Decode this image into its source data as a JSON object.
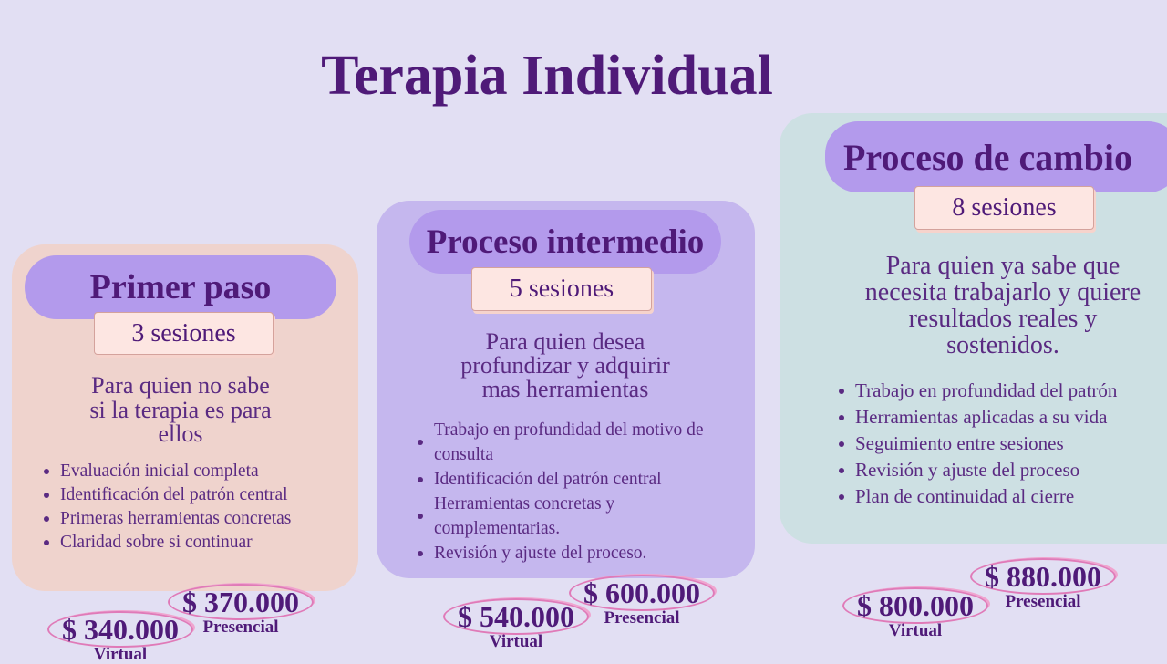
{
  "title": "Terapia Individual",
  "plans": [
    {
      "name": "Primer paso",
      "sessions": "3 sesiones",
      "description": [
        "Para quien no sabe",
        "si la terapia es para",
        "ellos"
      ],
      "features": [
        "Evaluación inicial completa",
        "Identificación del patrón central",
        "Primeras herramientas concretas",
        "Claridad sobre si continuar"
      ],
      "price_virtual": "$ 340.000",
      "label_virtual": "Virtual",
      "price_presencial": "$ 370.000",
      "label_presencial": "Presencial"
    },
    {
      "name": "Proceso intermedio",
      "sessions": "5 sesiones",
      "description": [
        "Para quien desea",
        "profundizar y adquirir",
        "mas herramientas"
      ],
      "features": [
        "Trabajo en profundidad del motivo de consulta",
        "Identificación del patrón central",
        " Herramientas concretas y complementarias.",
        "Revisión y ajuste del proceso."
      ],
      "price_virtual": "$ 540.000",
      "label_virtual": "Virtual",
      "price_presencial": "$ 600.000",
      "label_presencial": "Presencial"
    },
    {
      "name": "Proceso de cambio",
      "sessions": "8 sesiones",
      "description": [
        "Para quien ya sabe que",
        "necesita trabajarlo y quiere",
        "resultados reales y",
        "sostenidos."
      ],
      "features": [
        "Trabajo en profundidad del patrón",
        "Herramientas aplicadas a su vida",
        "Seguimiento entre sesiones",
        "Revisión y ajuste del proceso",
        "Plan de continuidad al cierre"
      ],
      "price_virtual": "$ 800.000",
      "label_virtual": "Virtual",
      "price_presencial": "$ 880.000",
      "label_presencial": "Presencial"
    }
  ],
  "colors": {
    "background": "#e2dff3",
    "card1": "#efd3cd",
    "card2": "#c5b7ee",
    "card3": "#cde0e3",
    "pill": "#b39aec",
    "text": "#4f1a78"
  }
}
